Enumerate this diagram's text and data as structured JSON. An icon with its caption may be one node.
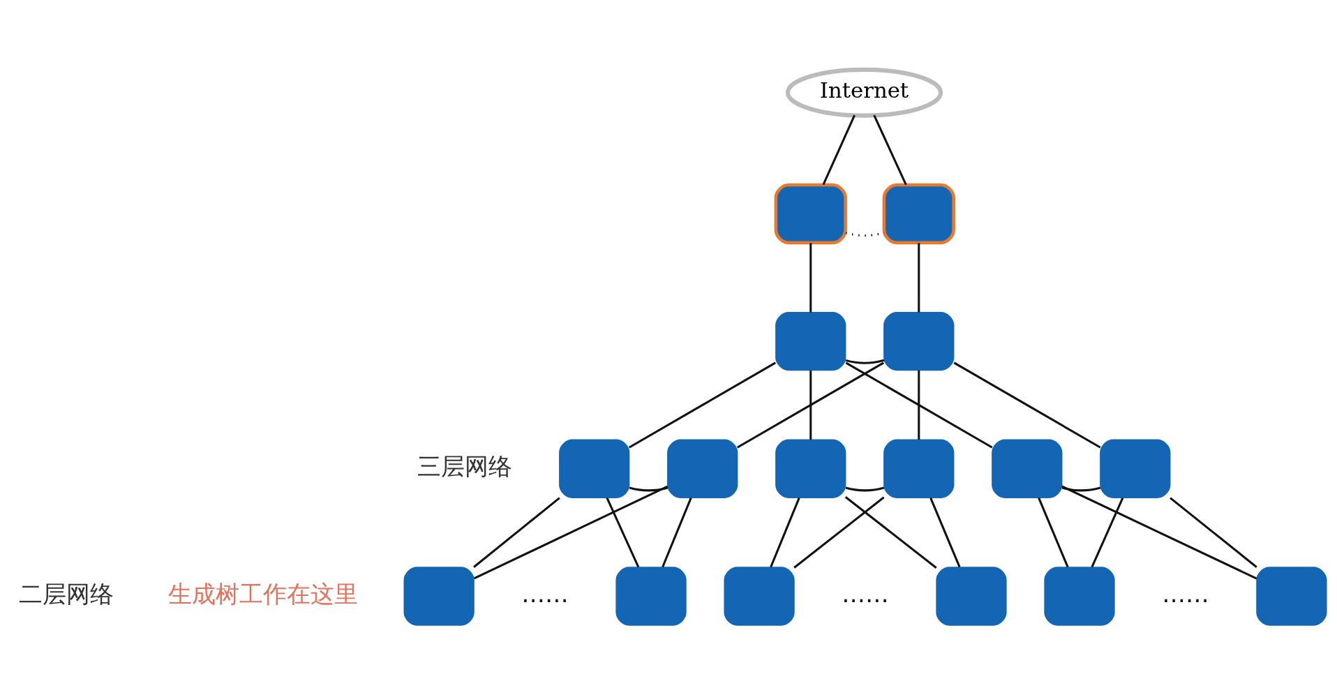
{
  "diagram": {
    "nodes": [
      {
        "text": [
          "Internet"
        ]
      },
      {
        "text": [],
        "shape": "box"
      },
      {
        "text": [],
        "shape": "box"
      },
      {
        "text": [],
        "shape": "box"
      },
      {
        "text": [],
        "shape": "box"
      },
      {
        "text": [],
        "shape": "box"
      },
      {
        "text": [],
        "shape": "box"
      },
      {
        "text": [],
        "shape": "box"
      },
      {
        "text": [],
        "shape": "box"
      },
      {
        "text": [],
        "shape": "box"
      },
      {
        "text": [],
        "shape": "box"
      },
      {
        "text": [],
        "shape": "box"
      },
      {
        "text": [],
        "shape": "box"
      },
      {
        "text": [],
        "shape": "box"
      },
      {
        "text": [],
        "shape": "box"
      },
      {
        "text": [],
        "shape": "box"
      },
      {
        "text": [],
        "shape": "box"
      }
    ],
    "edges": [
      {
        "from": 0,
        "to": 1,
        "arrow": "none"
      },
      {
        "from": 0,
        "to": 2,
        "arrow": "none"
      },
      {
        "from": 1,
        "to": 2,
        "arrow": "none",
        "style": "dashed"
      },
      {
        "from": 1,
        "to": 3,
        "arrow": "none"
      },
      {
        "from": 2,
        "to": 4,
        "arrow": "none"
      },
      {
        "from": 3,
        "to": 4,
        "arrow": "none"
      },
      {
        "from": 3,
        "to": 5,
        "arrow": "none"
      },
      {
        "from": 3,
        "to": 7,
        "arrow": "none"
      },
      {
        "from": 3,
        "to": 9,
        "arrow": "none"
      },
      {
        "from": 4,
        "to": 6,
        "arrow": "none"
      },
      {
        "from": 4,
        "to": 8,
        "arrow": "none"
      },
      {
        "from": 4,
        "to": 10,
        "arrow": "none"
      },
      {
        "from": 5,
        "to": 6,
        "arrow": "none"
      },
      {
        "from": 7,
        "to": 8,
        "arrow": "none"
      },
      {
        "from": 9,
        "to": 10,
        "arrow": "none"
      },
      {
        "from": 5,
        "to": 11,
        "arrow": "none"
      },
      {
        "from": 5,
        "to": 12,
        "arrow": "none"
      },
      {
        "from": 6,
        "to": 11,
        "arrow": "none"
      },
      {
        "from": 6,
        "to": 12,
        "arrow": "none"
      },
      {
        "from": 7,
        "to": 13,
        "arrow": "none"
      },
      {
        "from": 7,
        "to": 14,
        "arrow": "none"
      },
      {
        "from": 8,
        "to": 13,
        "arrow": "none"
      },
      {
        "from": 8,
        "to": 14,
        "arrow": "none"
      },
      {
        "from": 9,
        "to": 15,
        "arrow": "none"
      },
      {
        "from": 9,
        "to": 16,
        "arrow": "none"
      },
      {
        "from": 10,
        "to": 15,
        "arrow": "none"
      },
      {
        "from": 10,
        "to": 16,
        "arrow": "none"
      }
    ],
    "labels": [
      "三层网络",
      "二层网络",
      "生成树工作在这里",
      "……",
      "……",
      "……"
    ]
  }
}
